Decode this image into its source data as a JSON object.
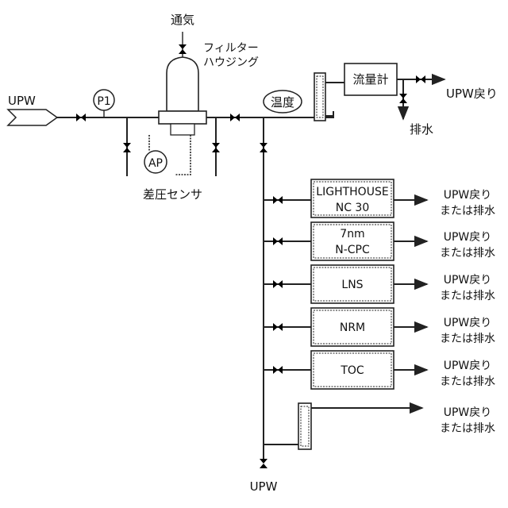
{
  "labels": {
    "vent": "通気",
    "filter_housing_1": "フィルター",
    "filter_housing_2": "ハウジング",
    "upw_in": "UPW",
    "p1": "P1",
    "temp": "温度",
    "flowmeter": "流量計",
    "upw_return": "UPW戻り",
    "drain": "排水",
    "ap": "AP",
    "diff_pressure_sensor": "差圧センサ",
    "upw_bottom": "UPW"
  },
  "instruments": [
    {
      "line1": "LIGHTHOUSE",
      "line2": "NC 30",
      "out1": "UPW戻り",
      "out2": "または排水"
    },
    {
      "line1": "7nm",
      "line2": "N-CPC",
      "out1": "UPW戻り",
      "out2": "または排水"
    },
    {
      "line1": "LNS",
      "line2": "",
      "out1": "UPW戻り",
      "out2": "または排水"
    },
    {
      "line1": "NRM",
      "line2": "",
      "out1": "UPW戻り",
      "out2": "または排水"
    },
    {
      "line1": "TOC",
      "line2": "",
      "out1": "UPW戻り",
      "out2": "または排水"
    }
  ],
  "rotameter_outlet": {
    "out1": "UPW戻り",
    "out2": "または排水"
  }
}
